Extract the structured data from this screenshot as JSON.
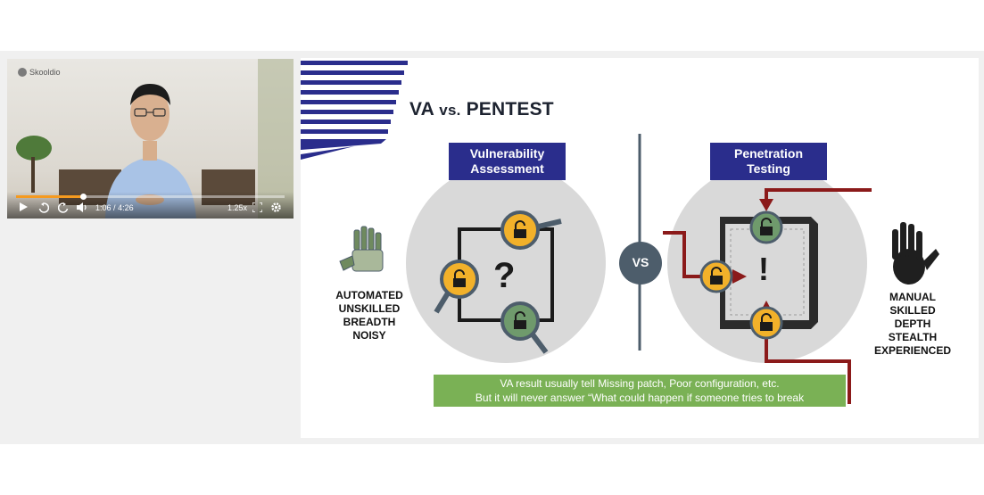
{
  "video": {
    "brand": "Skooldio",
    "current_time": "1:06",
    "separator": "/",
    "duration": "4:26",
    "speed": "1.25x",
    "progress": 0.25,
    "icons": [
      "play-icon",
      "rewind-icon",
      "forward-icon",
      "volume-icon",
      "fullscreen-icon",
      "settings-icon"
    ]
  },
  "slide": {
    "title_a": "VA",
    "title_vs": "vs.",
    "title_b": "PENTEST",
    "va_label_line1": "Vulnerability",
    "va_label_line2": "Assessment",
    "pt_label_line1": "Penetration",
    "pt_label_line2": "Testing",
    "vs_badge": "VS",
    "va_question": "?",
    "pt_exclaim": "!",
    "left_traits": [
      "AUTOMATED",
      "UNSKILLED",
      "BREADTH",
      "NOISY"
    ],
    "right_traits": [
      "MANUAL",
      "SKILLED",
      "DEPTH",
      "STEALTH",
      "EXPERIENCED"
    ],
    "note_line1": "VA result usually tell Missing patch, Poor configuration, etc.",
    "note_line2": "But it will never answer “What could happen if someone tries to break",
    "colors": {
      "navy": "#2a2d8c",
      "lock_yellow": "#f2b12a",
      "lock_green": "#6f9a6c",
      "arrow_red": "#8b1a1a",
      "note_green": "#7ab155",
      "circle_gray": "#d9d9d9",
      "vs_badge": "#4d5d6b"
    }
  }
}
